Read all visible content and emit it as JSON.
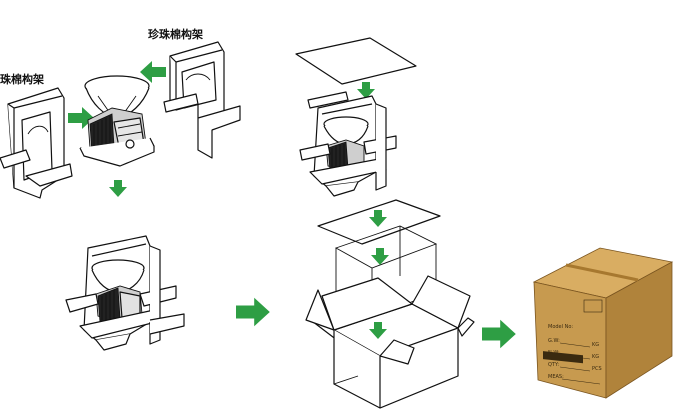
{
  "labels": {
    "pearl_foam_frame_right": "珍珠棉构架",
    "pearl_foam_frame_left": "珠棉构架"
  },
  "carton": {
    "model": "Model No:",
    "gw": "G.W:",
    "nw": "N.W:",
    "qty": "QTY:",
    "meas": "MEAS:",
    "kg1": "KG",
    "kg2": "KG",
    "pcs": "PCS"
  },
  "colors": {
    "arrow": "#2e9e44",
    "carton_front": "#c79a4f",
    "carton_side": "#b0833b",
    "carton_top": "#d9ad62"
  }
}
